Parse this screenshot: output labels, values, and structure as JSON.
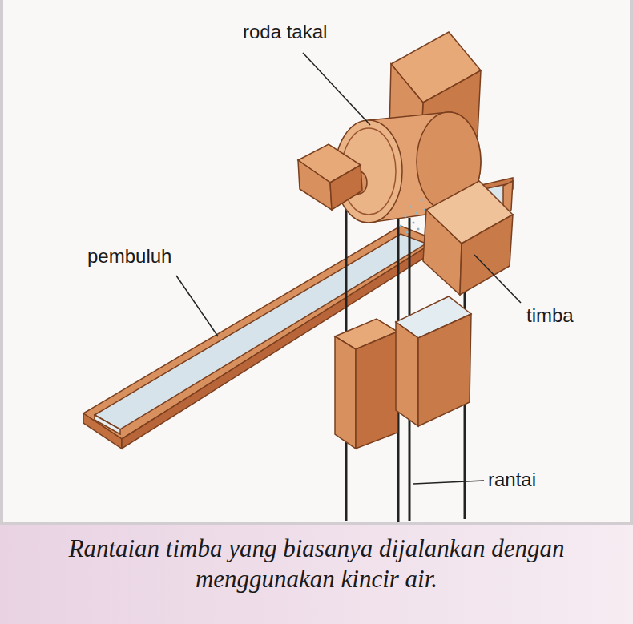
{
  "diagram": {
    "caption": "Rantaian timba yang biasanya dijalankan dengan menggunakan kincir air.",
    "labels": [
      "roda takal",
      "pembuluh",
      "timba",
      "rantai"
    ]
  }
}
